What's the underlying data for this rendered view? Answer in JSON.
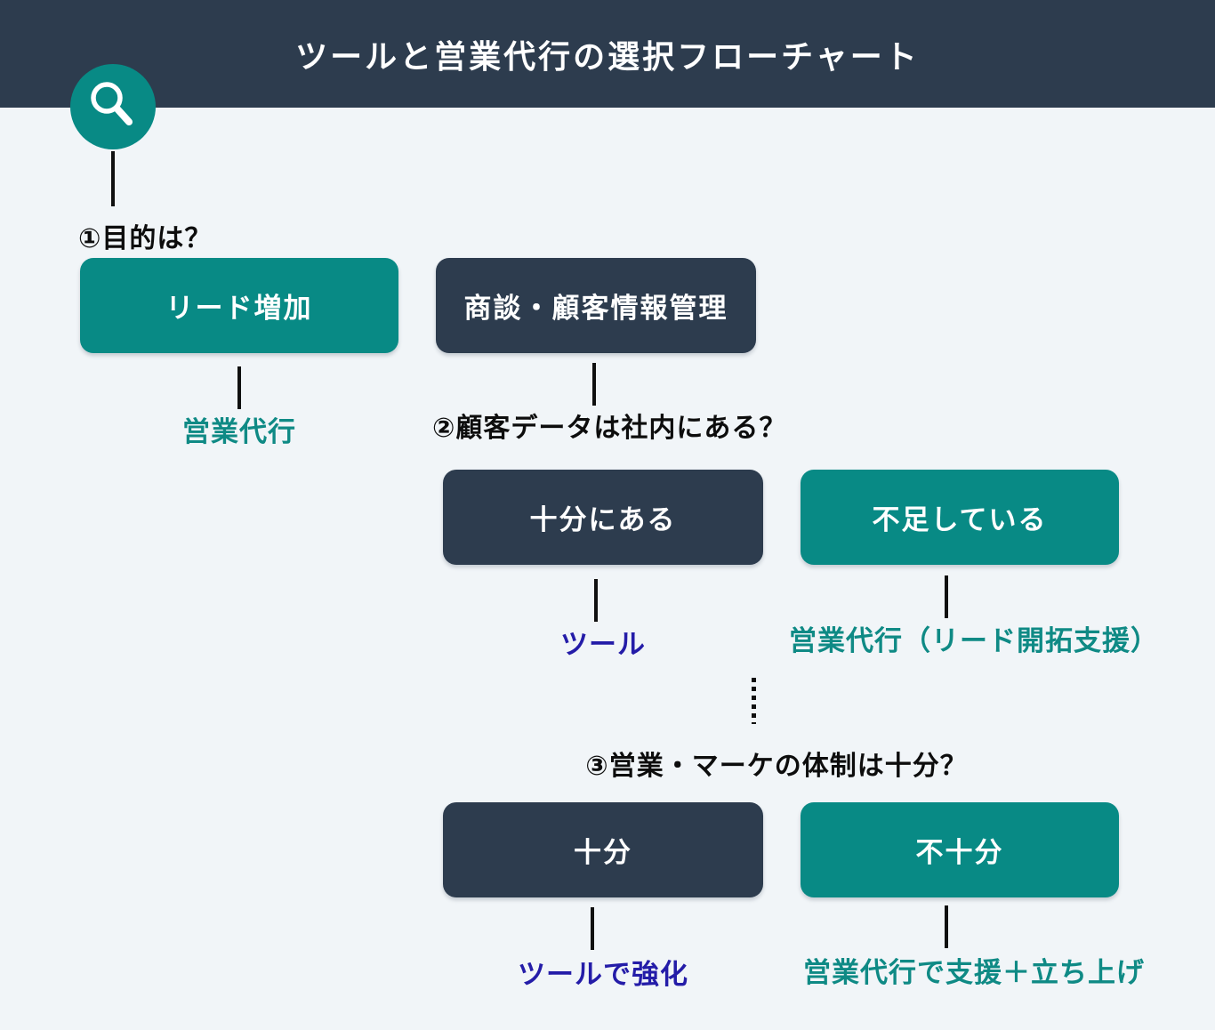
{
  "header": {
    "title": "ツールと営業代行の選択フローチャート"
  },
  "colors": {
    "teal": "#088a85",
    "teal_text": "#0f8a85",
    "dark": "#2d3c4e",
    "indigo": "#241ca8",
    "background": "#f1f5f8",
    "line": "#101010"
  },
  "flow": {
    "q1": {
      "label": "①目的は？",
      "options": [
        {
          "label": "リード増加",
          "style": "teal",
          "result": "営業代行"
        },
        {
          "label": "商談・顧客情報管理",
          "style": "dark"
        }
      ]
    },
    "q2": {
      "label": "②顧客データは社内にある？",
      "options": [
        {
          "label": "十分にある",
          "style": "dark",
          "result": "ツール"
        },
        {
          "label": "不足している",
          "style": "teal",
          "result": "営業代行（リード開拓支援）"
        }
      ]
    },
    "q3": {
      "label": "③営業・マーケの体制は十分？",
      "options": [
        {
          "label": "十分",
          "style": "dark",
          "result": "ツールで強化"
        },
        {
          "label": "不十分",
          "style": "teal",
          "result": "営業代行で支援＋立ち上げ"
        }
      ]
    }
  }
}
